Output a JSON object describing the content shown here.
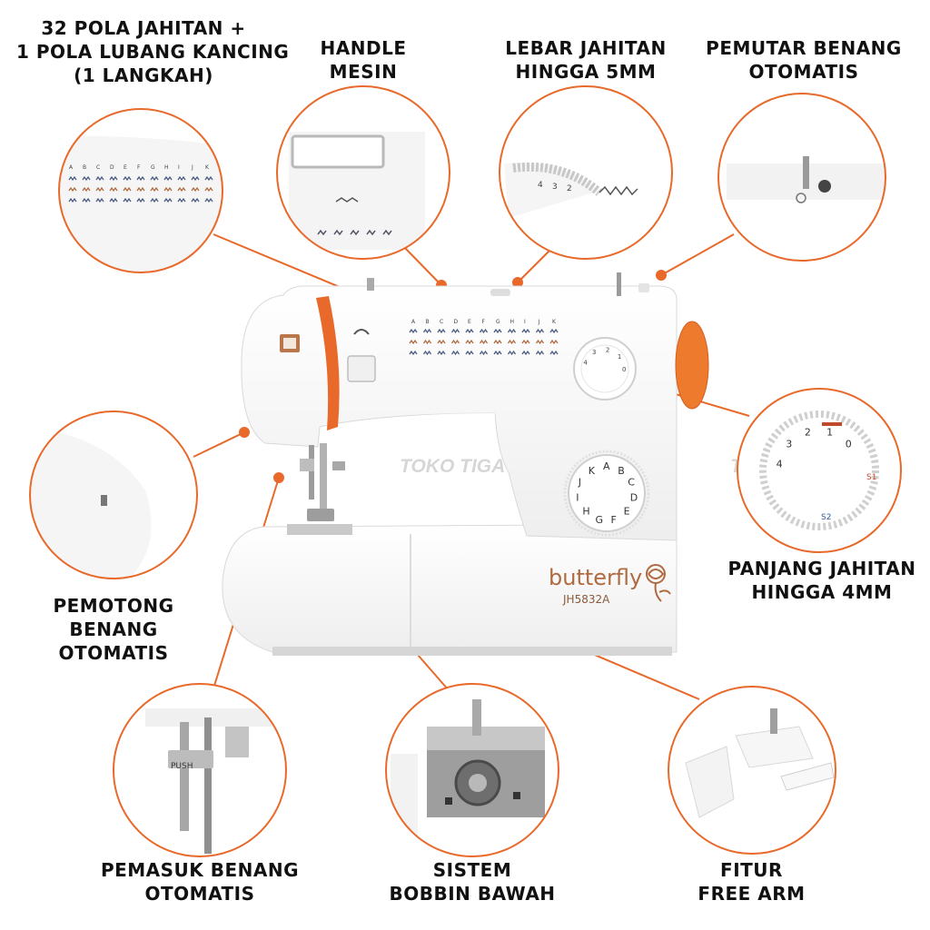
{
  "colors": {
    "accent": "#e8692a",
    "machine_body": "#f7f7f7",
    "brand_text": "#b06a40",
    "text": "#111111"
  },
  "machine": {
    "brand": "butterfly",
    "model": "JH5832A",
    "stitch_letters": [
      "A",
      "B",
      "C",
      "D",
      "E",
      "F",
      "G",
      "H",
      "I",
      "J",
      "K"
    ],
    "dial_length_numbers": [
      "4",
      "3",
      "2",
      "1",
      "0"
    ],
    "dial_length_extra": [
      "S1",
      "S2"
    ],
    "dial_pattern_letters": [
      "A",
      "B",
      "C",
      "D",
      "E",
      "F",
      "G",
      "H",
      "I",
      "J",
      "K"
    ],
    "width_dial_numbers": [
      "4",
      "3",
      "2"
    ],
    "presser_foot_text": "PUSH"
  },
  "watermark": "TOKO TIGA",
  "callouts": [
    {
      "id": "stitch-patterns",
      "lines": [
        "32 POLA JAHITAN +",
        "1 POLA LUBANG KANCING",
        "(1 LANGKAH)"
      ]
    },
    {
      "id": "handle",
      "lines": [
        "HANDLE",
        "MESIN"
      ]
    },
    {
      "id": "stitch-width",
      "lines": [
        "LEBAR JAHITAN",
        "HINGGA 5MM"
      ]
    },
    {
      "id": "bobbin-winder",
      "lines": [
        "PEMUTAR BENANG",
        "OTOMATIS"
      ]
    },
    {
      "id": "thread-cutter",
      "lines": [
        "PEMOTONG",
        "BENANG",
        "OTOMATIS"
      ]
    },
    {
      "id": "stitch-length",
      "lines": [
        "PANJANG JAHITAN",
        "HINGGA 4MM"
      ]
    },
    {
      "id": "needle-threader",
      "lines": [
        "PEMASUK BENANG",
        "OTOMATIS"
      ]
    },
    {
      "id": "bobbin-system",
      "lines": [
        "SISTEM",
        "BOBBIN BAWAH"
      ]
    },
    {
      "id": "free-arm",
      "lines": [
        "FITUR",
        "FREE ARM"
      ]
    }
  ]
}
